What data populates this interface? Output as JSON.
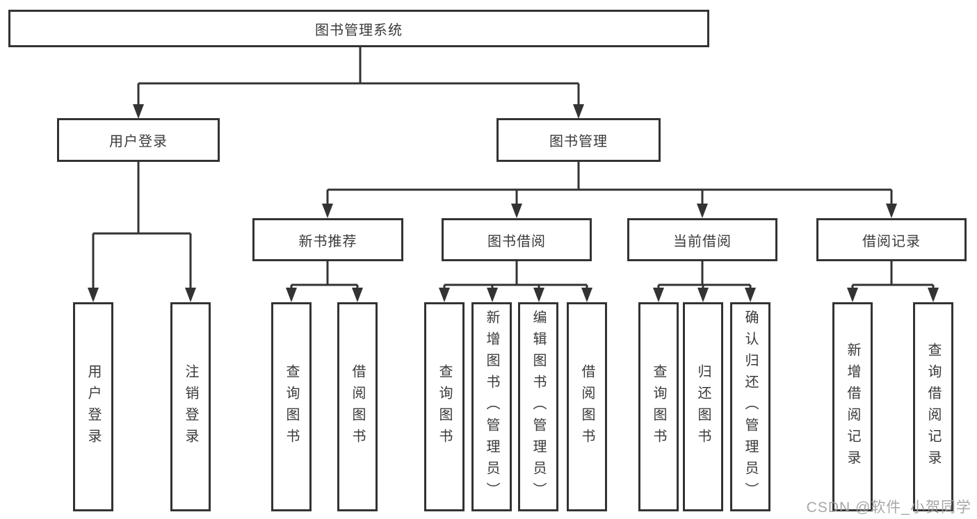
{
  "diagram": {
    "root": "图书管理系统",
    "level2": [
      {
        "label": "用户登录",
        "children": [
          "用户登录",
          "注销登录"
        ]
      },
      {
        "label": "图书管理"
      }
    ],
    "level3": [
      {
        "label": "新书推荐",
        "children": [
          "查询图书",
          "借阅图书"
        ]
      },
      {
        "label": "图书借阅",
        "children": [
          "查询图书",
          "新增图书（管理员）",
          "编辑图书（管理员）",
          "借阅图书"
        ]
      },
      {
        "label": "当前借阅",
        "children": [
          "查询图书",
          "归还图书",
          "确认归还（管理员）"
        ]
      },
      {
        "label": "借阅记录",
        "children": [
          "新增借阅记录",
          "查询借阅记录"
        ]
      }
    ],
    "watermark": "CSDN @软件_小贺同学",
    "colors": {
      "line": "#333333",
      "text": "#3a3a3a",
      "box_background": "#ffffff",
      "watermark": "#a0a0a0",
      "page_background": "#ffffff"
    }
  }
}
